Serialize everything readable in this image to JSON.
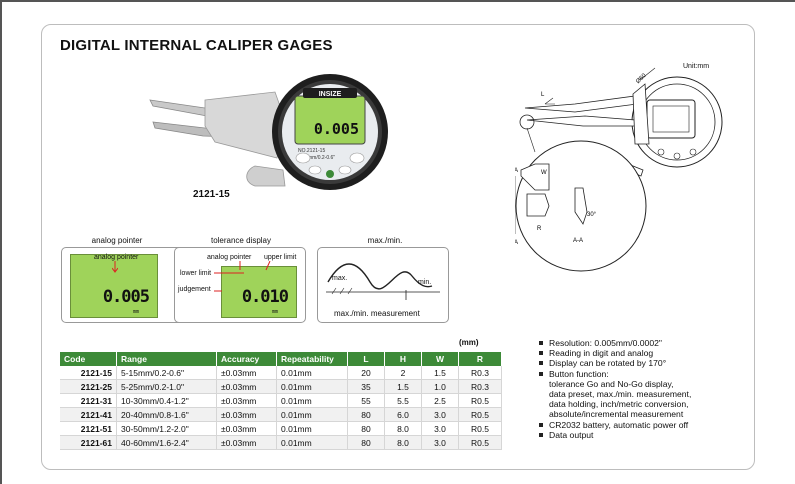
{
  "title": "DIGITAL INTERNAL CALIPER GAGES",
  "product": {
    "brand": "INSIZE",
    "model": "2121-15",
    "dial_model_text": "NO.2121-15",
    "dial_range_text": "5-15mm/0.2-0.6\"",
    "display_value": "0.005",
    "dial_unit": "mm"
  },
  "drawing": {
    "unit": "Unit:mm",
    "diameter_label": "Ø60",
    "labels": {
      "L": "L",
      "W": "W",
      "H": "H",
      "R": "R",
      "A": "A",
      "angle": "30°",
      "section": "A-A"
    }
  },
  "panels": [
    {
      "caption": "analog pointer",
      "labels": [
        "analog pointer"
      ],
      "value": "0.005",
      "unit": "mm"
    },
    {
      "caption": "tolerance display",
      "labels": [
        "analog pointer",
        "upper limit",
        "lower limit",
        "judgement"
      ],
      "value": "0.010",
      "unit": "mm"
    },
    {
      "caption": "max./min.",
      "labels": [
        "max.",
        "min.",
        "max./min. measurement"
      ]
    }
  ],
  "table": {
    "unit": "(mm)",
    "headers": [
      "Code",
      "Range",
      "Accuracy",
      "Repeatability",
      "L",
      "H",
      "W",
      "R"
    ],
    "rows": [
      [
        "2121-15",
        "5-15mm/0.2-0.6\"",
        "±0.03mm",
        "0.01mm",
        "20",
        "2",
        "1.5",
        "R0.3"
      ],
      [
        "2121-25",
        "5-25mm/0.2-1.0\"",
        "±0.03mm",
        "0.01mm",
        "35",
        "1.5",
        "1.0",
        "R0.3"
      ],
      [
        "2121-31",
        "10-30mm/0.4-1.2\"",
        "±0.03mm",
        "0.01mm",
        "55",
        "5.5",
        "2.5",
        "R0.5"
      ],
      [
        "2121-41",
        "20-40mm/0.8-1.6\"",
        "±0.03mm",
        "0.01mm",
        "80",
        "6.0",
        "3.0",
        "R0.5"
      ],
      [
        "2121-51",
        "30-50mm/1.2-2.0\"",
        "±0.03mm",
        "0.01mm",
        "80",
        "8.0",
        "3.0",
        "R0.5"
      ],
      [
        "2121-61",
        "40-60mm/1.6-2.4\"",
        "±0.03mm",
        "0.01mm",
        "80",
        "8.0",
        "3.0",
        "R0.5"
      ]
    ]
  },
  "features": [
    {
      "text": "Resolution: 0.005mm/0.0002\"",
      "bullet": true
    },
    {
      "text": "Reading in digit and analog",
      "bullet": true
    },
    {
      "text": "Display can be rotated by 170°",
      "bullet": true
    },
    {
      "text": "Button function:",
      "bullet": true
    },
    {
      "text": "tolerance Go and No-Go display,",
      "bullet": false
    },
    {
      "text": "data preset, max./min. measurement,",
      "bullet": false
    },
    {
      "text": "data holding, inch/metric conversion,",
      "bullet": false
    },
    {
      "text": "absolute/incremental measurement",
      "bullet": false
    },
    {
      "text": "CR2032 battery, automatic power off",
      "bullet": true
    },
    {
      "text": "Data output",
      "bullet": true
    }
  ],
  "colors": {
    "header_green": "#3d8a38",
    "lcd_green": "#9fd35a",
    "pointer_red": "#d22"
  }
}
